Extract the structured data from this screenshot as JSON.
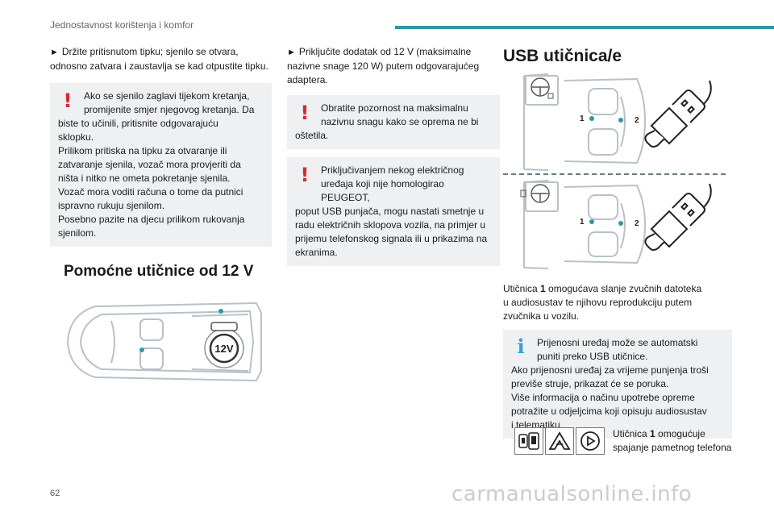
{
  "header": {
    "title": "Jednostavnost korištenja i komfor",
    "accent_color": "#2a9aa6"
  },
  "col1": {
    "intro_bullet": "Držite pritisnutom tipku; sjenilo se otvara, odnosno zatvara i zaustavlja se kad otpustite tipku.",
    "warning_box": {
      "icon": "warning-exclamation-icon",
      "first_line": "Ako se sjenilo zaglavi tijekom kretanja,",
      "second_line": "promijenite smjer njegovog kretanja. Da",
      "rest_lines": [
        "biste to učinili, pritisnite odgovarajuću",
        "sklopku.",
        "Prilikom pritiska na tipku za otvaranje ili",
        "zatvaranje sjenila, vozač mora provjeriti da",
        "ništa i nitko ne ometa pokretanje sjenila.",
        "Vozač mora voditi računa o tome da putnici",
        "ispravno rukuju sjenilom.",
        "Posebno pazite na djecu prilikom rukovanja",
        "sjenilom."
      ]
    },
    "section_title": "Pomoćne utičnice od 12 V",
    "socket_label": "12V"
  },
  "col2": {
    "intro_bullet_lines": [
      "Priključite dodatak od 12 V (maksimalne",
      "nazivne snage 120 W) putem odgovarajućeg",
      "adaptera."
    ],
    "warning_box_1": {
      "first_line": "Obratite pozornost na maksimalnu",
      "second_line": "nazivnu snagu kako se oprema ne bi",
      "rest_lines": [
        "oštetila."
      ]
    },
    "warning_box_2": {
      "first_line": "Priključivanjem nekog električnog",
      "second_line": "uređaja koji nije homologirao PEUGEOT,",
      "rest_lines": [
        "poput USB punjača, mogu nastati smetnje u",
        "radu električnih sklopova vozila, na primjer u",
        "prijemu telefonskog signala ili u prikazima na",
        "ekranima."
      ]
    }
  },
  "col3": {
    "section_title": "USB utičnica/e",
    "label_1": "1",
    "label_2": "2",
    "paragraph": {
      "pre": "Utičnica ",
      "bold": "1",
      "post": " omogućava slanje zvučnih datoteka",
      "rest_lines": [
        "u audiosustav te njihovu reprodukciju putem",
        "zvučnika u vozilu."
      ]
    },
    "info_box": {
      "icon": "info-icon",
      "first_line": "Prijenosni uređaj može se automatski",
      "second_line": "puniti preko USB utičnice.",
      "rest_lines": [
        "Ako prijenosni uređaj za vrijeme punjenja troši",
        "previše struje, prikazat će se poruka.",
        "Više informacija o načinu upotrebe opreme",
        "potražite u odjeljcima koji opisuju audiosustav",
        "i telematiku."
      ]
    },
    "last": {
      "pre": "Utičnica ",
      "bold": "1",
      "post": " omogućuje",
      "line2": "spajanje pametnog telefona"
    }
  },
  "footer": {
    "page_number": "62",
    "watermark": "carmanualsonline.info"
  }
}
